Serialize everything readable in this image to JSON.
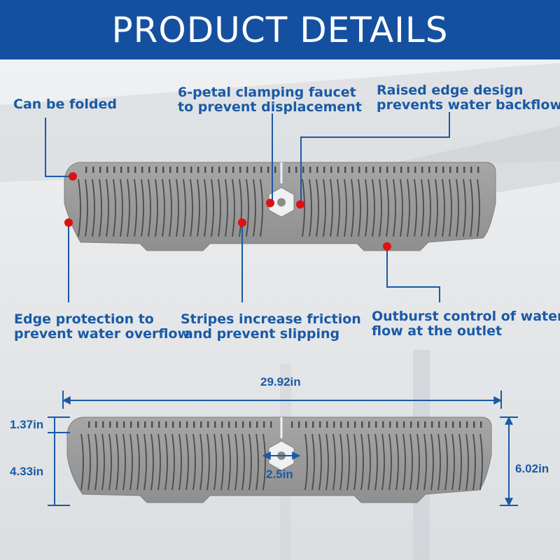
{
  "header": {
    "title": "PRODUCT DETAILS"
  },
  "callouts": {
    "folded": "Can be folded",
    "clamp_line1": "6-petal clamping faucet",
    "clamp_line2": "to prevent displacement",
    "raised_line1": "Raised edge design",
    "raised_line2": "prevents water backflow",
    "edge_line1": "Edge protection to",
    "edge_line2": "prevent water overflow",
    "stripes_line1": "Stripes increase friction",
    "stripes_line2": "and prevent slipping",
    "outburst_line1": "Outburst control of water",
    "outburst_line2": "flow at the outlet"
  },
  "dimensions": {
    "length": "29.92in",
    "top_depth": "1.37in",
    "body_depth": "4.33in",
    "total_depth": "6.02in",
    "hole": "2.5in"
  },
  "colors": {
    "banner": "#1550a0",
    "text": "#1a5aa6",
    "mat": "#9c9c9c",
    "marker": "#e01010"
  }
}
